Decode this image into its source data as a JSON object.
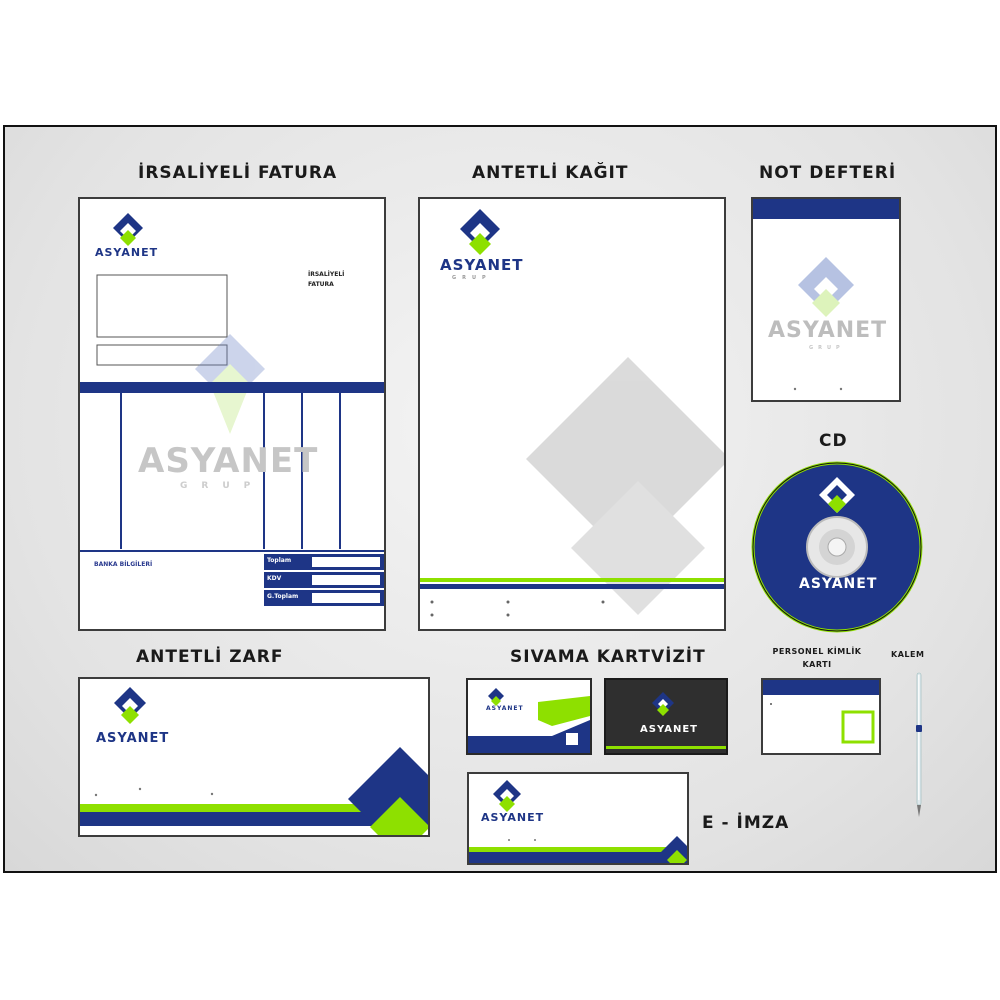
{
  "colors": {
    "navy": "#1e3586",
    "green": "#8ee000",
    "grey": "#cfcfcf",
    "frame": "#3c3c3c"
  },
  "titles": {
    "invoice": "İRSALİYELİ FATURA",
    "letterhead": "ANTETLİ KAĞIT",
    "notebook": "NOT DEFTERİ",
    "cd": "CD",
    "envelope": "ANTETLİ ZARF",
    "business_card": "SIVAMA KARTVİZİT",
    "badge": "PERSONEL KİMLİK KARTI",
    "pen": "KALEM",
    "esign": "E - İMZA"
  },
  "brand": {
    "name": "ASYANET",
    "sub": "GRUP"
  },
  "invoice": {
    "doc_title_line1": "İRSALİYELİ",
    "doc_title_line2": "FATURA",
    "bank_label": "BANKA BİLGİLERİ",
    "sum_rows": [
      "Toplam",
      "KDV",
      "G.Toplam"
    ]
  },
  "icons": [
    "logo-icon",
    "cd-disc-icon",
    "pen-icon"
  ]
}
